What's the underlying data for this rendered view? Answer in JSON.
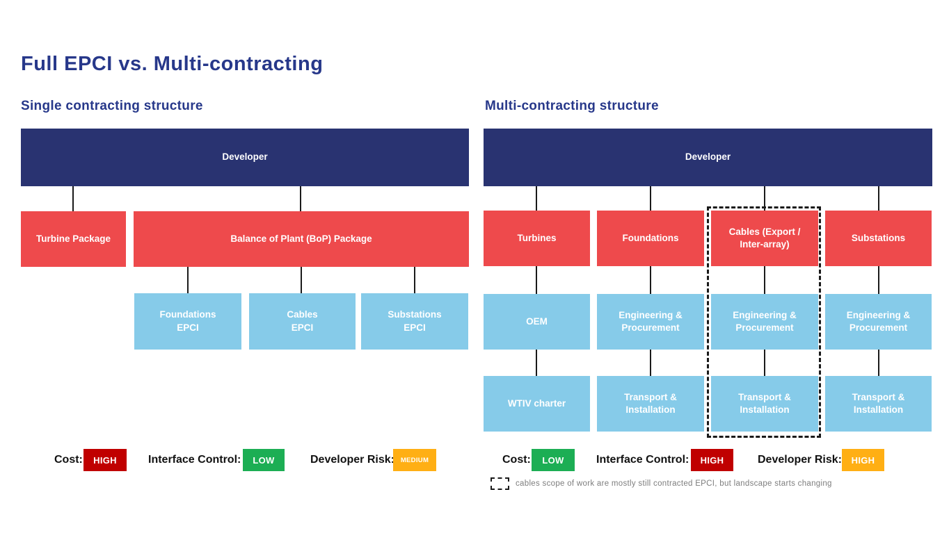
{
  "title": "Full EPCI vs. Multi-contracting",
  "colors": {
    "navy": "#293371",
    "red": "#ee4a4c",
    "light_blue": "#86cbe9",
    "dark_red": "#c00000",
    "green": "#1cae54",
    "orange": "#ffaf14",
    "heading_navy": "#27388a"
  },
  "left": {
    "heading": "Single contracting structure",
    "developer": "Developer",
    "tier1": [
      {
        "label": "Turbine Package"
      },
      {
        "label": "Balance of Plant (BoP) Package"
      }
    ],
    "tier2": [
      {
        "label": "Foundations EPCI"
      },
      {
        "label": "Cables EPCI"
      },
      {
        "label": "Substations EPCI"
      }
    ],
    "legend": [
      {
        "label": "Cost:",
        "value": "HIGH",
        "color": "#c00000"
      },
      {
        "label": "Interface Control:",
        "value": "LOW",
        "color": "#1cae54"
      },
      {
        "label": "Developer Risk:",
        "value": "MEDIUM",
        "color": "#ffaf14"
      }
    ]
  },
  "right": {
    "heading": "Multi-contracting structure",
    "developer": "Developer",
    "columns": [
      {
        "package": "Turbines",
        "row2": "OEM",
        "row3": "WTIV charter"
      },
      {
        "package": "Foundations",
        "row2": "Engineering & Procurement",
        "row3": "Transport & Installation"
      },
      {
        "package": "Cables (Export / Inter-array)",
        "row2": "Engineering & Procurement",
        "row3": "Transport & Installation",
        "dashed": true
      },
      {
        "package": "Substations",
        "row2": "Engineering & Procurement",
        "row3": "Transport & Installation"
      }
    ],
    "legend": [
      {
        "label": "Cost:",
        "value": "LOW",
        "color": "#1cae54"
      },
      {
        "label": "Interface Control:",
        "value": "HIGH",
        "color": "#c00000"
      },
      {
        "label": "Developer Risk:",
        "value": "HIGH",
        "color": "#ffaf14"
      }
    ],
    "footnote": "cables scope of work are mostly still contracted EPCI, but landscape starts changing"
  }
}
